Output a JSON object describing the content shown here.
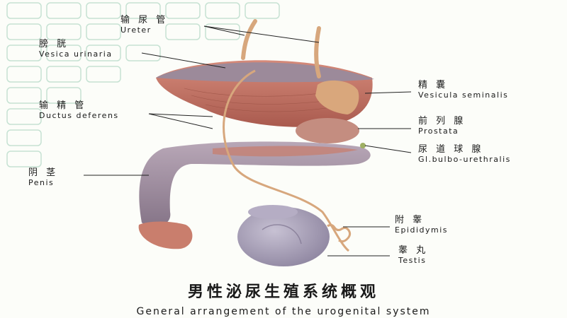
{
  "labels": {
    "ureter": {
      "zh": "输 尿 管",
      "en": "Ureter"
    },
    "vesica": {
      "zh": "膀   胱",
      "en": "Vesica  urinaria"
    },
    "ductus": {
      "zh": "输 精 管",
      "en": "Ductus  deferens"
    },
    "penis": {
      "zh": "阴   茎",
      "en": "Penis"
    },
    "vesicula": {
      "zh": "精   囊",
      "en": "Vesicula  seminalis"
    },
    "prostata": {
      "zh": "前 列 腺",
      "en": "Prostata"
    },
    "bulbo": {
      "zh": "尿 道 球 腺",
      "en": "Gl.bulbo-urethralis"
    },
    "epididymis": {
      "zh": "附   睾",
      "en": "Epididymis"
    },
    "testis": {
      "zh": "睾   丸",
      "en": "Testis"
    }
  },
  "title": {
    "zh": "男性泌尿生殖系统概观",
    "en": "General arrangement of the urogenital system"
  },
  "colors": {
    "grid": "#c6e2d3",
    "flesh": "#c9786a",
    "bladder_top": "#9c8a9a",
    "glans": "#c97e6d",
    "testis": "#a9a1b9",
    "vessel": "#d7a77d",
    "leader": "#222222"
  }
}
